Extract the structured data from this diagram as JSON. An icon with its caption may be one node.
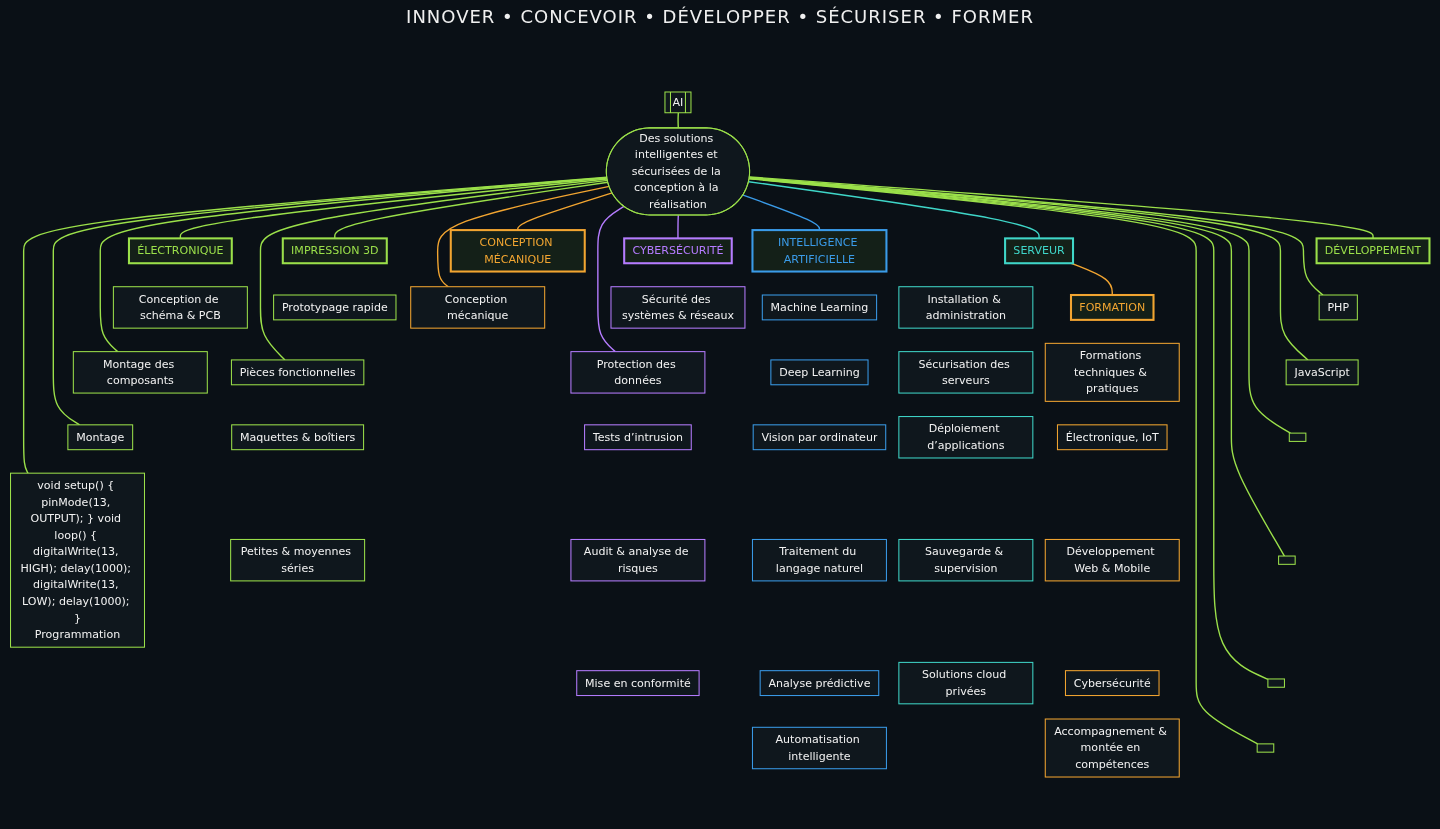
{
  "diagram": {
    "nodes": [
      {
        "text": [
          "AI"
        ]
      },
      {
        "text": [
          "Des solutions intelligentes et sécurisées de la conception à la réalisation"
        ]
      },
      {
        "text": [
          "ÉLECTRONIQUE"
        ]
      },
      {
        "text": [
          "Conception de schéma & PCB"
        ]
      },
      {
        "text": [
          "Montage des composants"
        ]
      },
      {
        "text": [
          "Montage"
        ]
      },
      {
        "text": [
          "void setup() { pinMode(13, OUTPUT); } void loop() { digitalWrite(13, HIGH); delay(1000); digitalWrite(13, LOW); delay(1000); }",
          "Programmation"
        ]
      },
      {
        "text": [
          "IMPRESSION 3D"
        ]
      },
      {
        "text": [
          "Prototypage rapide"
        ]
      },
      {
        "text": [
          "Pièces fonctionnelles"
        ]
      },
      {
        "text": [
          "Maquettes & boîtiers"
        ]
      },
      {
        "text": [
          "Petites & moyennes séries"
        ]
      },
      {
        "text": [
          "CYBERSÉCURITÉ"
        ]
      },
      {
        "text": [
          "Sécurité des systèmes & réseaux"
        ]
      },
      {
        "text": [
          "Protection des données"
        ]
      },
      {
        "text": [
          "Tests d’intrusion"
        ]
      },
      {
        "text": [
          "Audit & analyse de risques"
        ]
      },
      {
        "text": [
          "Mise en conformité"
        ]
      },
      {
        "text": [
          "INTELLIGENCE ARTIFICIELLE"
        ]
      },
      {
        "text": [
          "Machine Learning"
        ]
      },
      {
        "text": [
          "Deep Learning"
        ]
      },
      {
        "text": [
          "Vision par ordinateur"
        ]
      },
      {
        "text": [
          "Traitement du langage naturel"
        ]
      },
      {
        "text": [
          "Analyse prédictive"
        ]
      },
      {
        "text": [
          "Automatisation intelligente"
        ]
      },
      {
        "text": [
          "SERVEUR"
        ]
      },
      {
        "text": [
          "Installation & administration"
        ]
      },
      {
        "text": [
          "Sécurisation des serveurs"
        ]
      },
      {
        "text": [
          "Déploiement d’applications"
        ]
      },
      {
        "text": [
          "Sauvegarde & supervision"
        ]
      },
      {
        "text": [
          "Solutions cloud privées"
        ]
      },
      {
        "text": [
          "DÉVELOPPEMENT"
        ]
      },
      {
        "text": [
          "PHP"
        ]
      },
      {
        "text": [
          "JavaScript"
        ]
      },
      {
        "text": [],
        "shape": "box"
      },
      {
        "text": [],
        "shape": "box"
      },
      {
        "text": [],
        "shape": "box"
      },
      {
        "text": [],
        "shape": "box"
      },
      {
        "text": [
          "CONCEPTION MÉCANIQUE"
        ]
      },
      {
        "text": [
          "Conception mécanique"
        ]
      },
      {
        "text": [
          "FORMATION"
        ]
      },
      {
        "text": [
          "Formations techniques & pratiques"
        ]
      },
      {
        "text": [
          "Électronique, IoT"
        ]
      },
      {
        "text": [
          "Développement Web & Mobile"
        ]
      },
      {
        "text": [
          "Cybersécurité"
        ]
      },
      {
        "text": [
          "Accompagnement & montée en compétences"
        ]
      }
    ],
    "edges": [
      {
        "from": 0,
        "to": 1,
        "arrow": "none"
      },
      {
        "from": 1,
        "to": 2,
        "arrow": "none"
      },
      {
        "from": 1,
        "to": 4,
        "arrow": "none"
      },
      {
        "from": 1,
        "to": 5,
        "arrow": "none"
      },
      {
        "from": 1,
        "to": 6,
        "arrow": "none"
      },
      {
        "from": 1,
        "to": 7,
        "arrow": "none"
      },
      {
        "from": 1,
        "to": 9,
        "arrow": "none"
      },
      {
        "from": 1,
        "to": 12,
        "arrow": "none",
        "color": "#b57cff"
      },
      {
        "from": 1,
        "to": 14,
        "arrow": "none",
        "color": "#b57cff"
      },
      {
        "from": 1,
        "to": 18,
        "arrow": "none",
        "color": "#3a9be8"
      },
      {
        "from": 1,
        "to": 25,
        "arrow": "none",
        "color": "#3fd6c8"
      },
      {
        "from": 25,
        "to": 40,
        "arrow": "none",
        "color": "#f2a531"
      },
      {
        "from": 1,
        "to": 31,
        "arrow": "none"
      },
      {
        "from": 1,
        "to": 32,
        "arrow": "none"
      },
      {
        "from": 1,
        "to": 33,
        "arrow": "none"
      },
      {
        "from": 1,
        "to": 34,
        "arrow": "none"
      },
      {
        "from": 1,
        "to": 35,
        "arrow": "none"
      },
      {
        "from": 1,
        "to": 36,
        "arrow": "none"
      },
      {
        "from": 1,
        "to": 37,
        "arrow": "none"
      },
      {
        "from": 1,
        "to": 38,
        "arrow": "none",
        "color": "#f2a531"
      },
      {
        "from": 1,
        "to": 39,
        "arrow": "none",
        "color": "#f2a531"
      }
    ],
    "labels": [
      "INNOVER • CONCEVOIR • DÉVELOPPER • SÉCURISER • FORMER"
    ]
  }
}
